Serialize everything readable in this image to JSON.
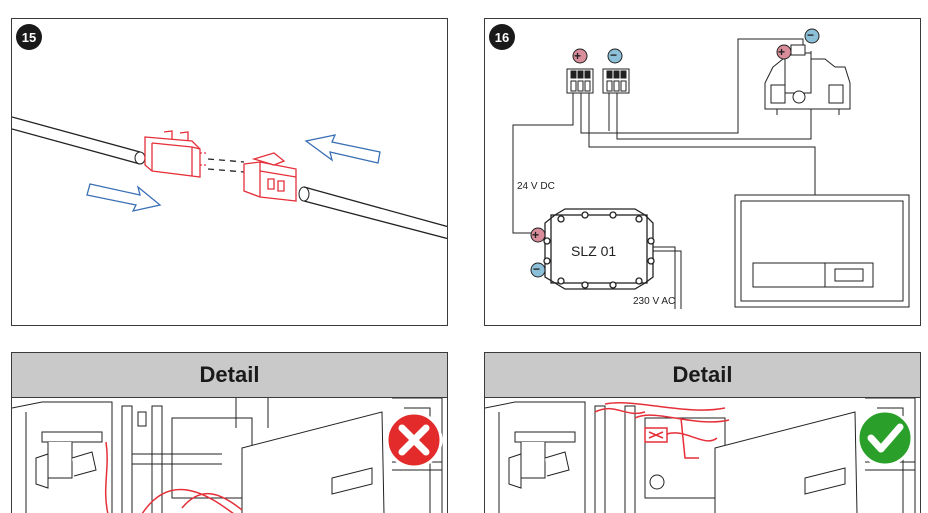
{
  "panels": {
    "step15": {
      "number": "15"
    },
    "step16": {
      "number": "16",
      "plus_sign": "+",
      "minus_sign": "−",
      "label_24v": "24 V DC",
      "label_230v": "230 V AC",
      "controller_label": "SLZ 01"
    },
    "detail_wrong": {
      "title": "Detail",
      "status": "wrong",
      "status_color": "#e32b2b"
    },
    "detail_correct": {
      "title": "Detail",
      "status": "correct",
      "status_color": "#2aa02a"
    }
  },
  "colors": {
    "red_part": "#e5303a",
    "arrow_blue": "#3a6fb5",
    "plus_badge": "#d98c9a",
    "minus_badge": "#8cc0d8"
  }
}
